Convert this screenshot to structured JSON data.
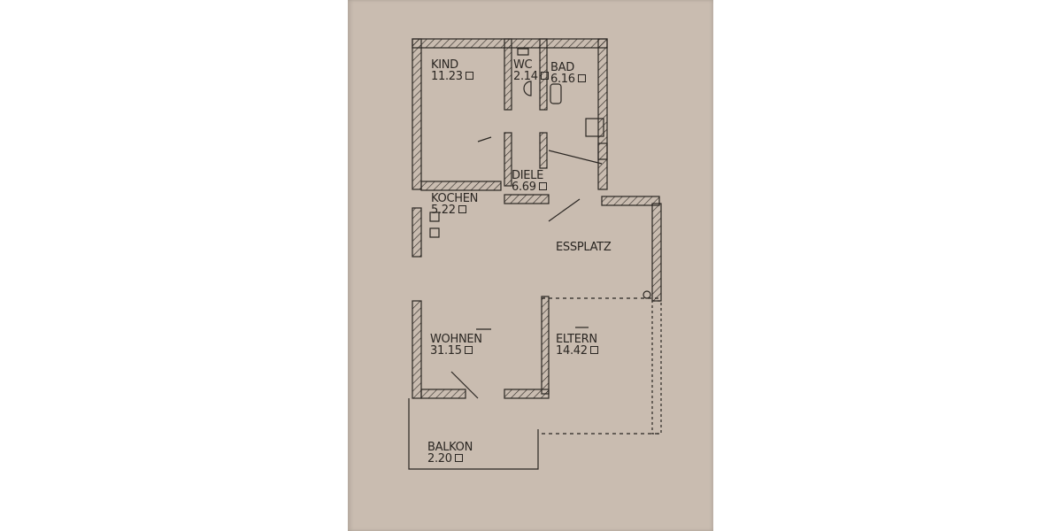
{
  "document": {
    "type": "floor plan",
    "colors": {
      "paper": "#c9bcb0",
      "ink": "#2a2622",
      "background": "#ffffff"
    },
    "area_unit_icon": "square-meter-icon"
  },
  "rooms": [
    {
      "id": "kind",
      "name": "KIND",
      "area": "11.23"
    },
    {
      "id": "wc",
      "name": "WC",
      "area": "2.14"
    },
    {
      "id": "bad",
      "name": "BAD",
      "area": "6.16"
    },
    {
      "id": "diele",
      "name": "DIELE",
      "area": "6.69"
    },
    {
      "id": "kochen",
      "name": "KOCHEN",
      "area": "5.22"
    },
    {
      "id": "essplatz",
      "name": "ESSPLATZ",
      "area": ""
    },
    {
      "id": "wohnen",
      "name": "WOHNEN",
      "area": "31.15"
    },
    {
      "id": "eltern",
      "name": "ELTERN",
      "area": "14.42"
    },
    {
      "id": "balkon",
      "name": "BALKON",
      "area": "2.20"
    }
  ]
}
